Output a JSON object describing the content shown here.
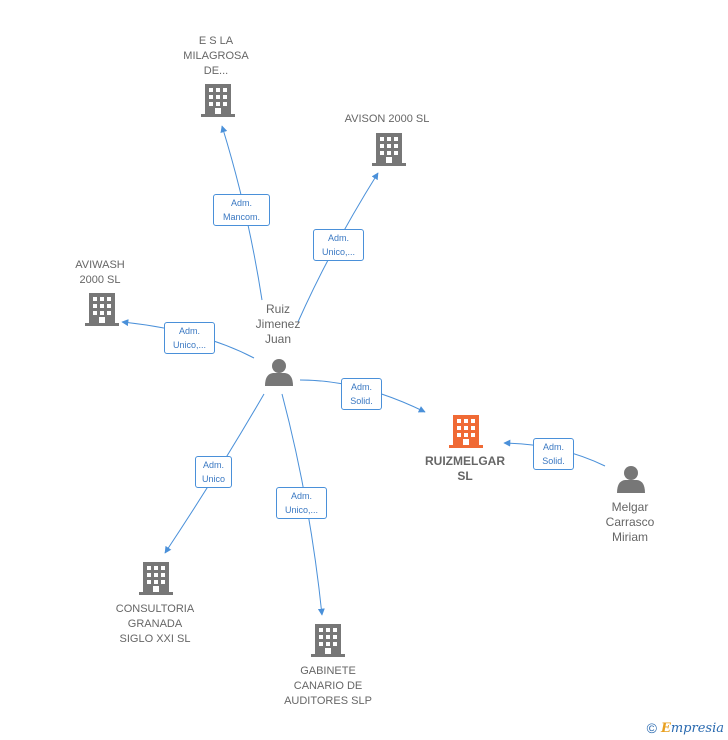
{
  "colors": {
    "edge": "#4a90d9",
    "node": "#777777",
    "main_node": "#f06a35",
    "person": "#777777"
  },
  "nodes": {
    "es_la_milagrosa": {
      "label": "E S LA\nMILAGROSA\nDE...",
      "icon": "building-icon"
    },
    "avison": {
      "label": "AVISON 2000  SL",
      "icon": "building-icon"
    },
    "aviwash": {
      "label": "AVIWASH\n2000  SL",
      "icon": "building-icon"
    },
    "ruiz": {
      "label": "Ruiz\nJimenez\nJuan",
      "icon": "person-icon"
    },
    "ruizmelgar": {
      "label": "RUIZMELGAR\nSL",
      "icon": "building-icon"
    },
    "melgar": {
      "label": "Melgar\nCarrasco\nMiriam",
      "icon": "person-icon"
    },
    "consultoria": {
      "label": "CONSULTORIA\nGRANADA\nSIGLO XXI SL",
      "icon": "building-icon"
    },
    "gabinete": {
      "label": "GABINETE\nCANARIO DE\nAUDITORES SLP",
      "icon": "building-icon"
    }
  },
  "edges": {
    "to_milagrosa": "Adm.\nMancom.",
    "to_avison": "Adm.\nUnico,...",
    "to_aviwash": "Adm.\nUnico,...",
    "to_ruizmelgar": "Adm.\nSolid.",
    "melgar_to_ruizmelgar": "Adm.\nSolid.",
    "to_consultoria": "Adm.\nUnico",
    "to_gabinete": "Adm.\nUnico,..."
  },
  "footer": {
    "copyright": "©",
    "brand_first": "E",
    "brand_rest": "mpresia"
  }
}
